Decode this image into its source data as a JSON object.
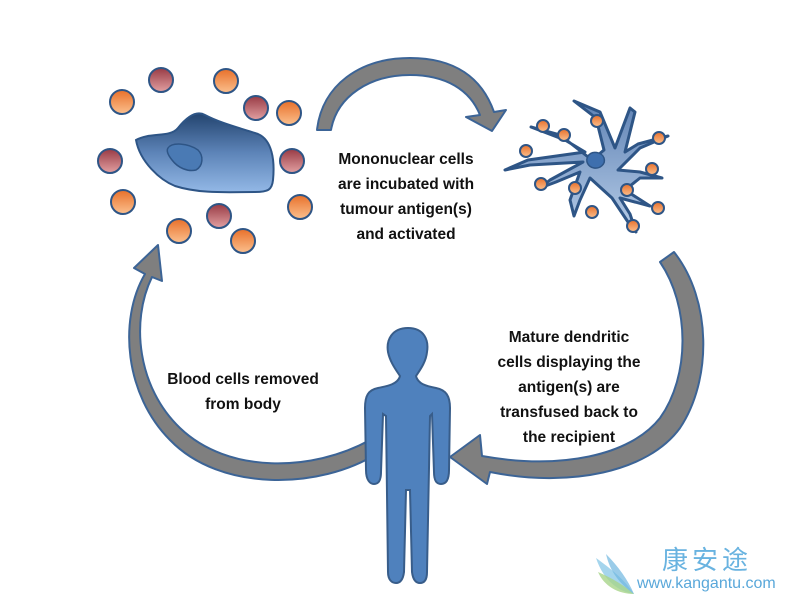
{
  "diagram": {
    "title": "Dendritic cell vaccine cycle",
    "steps": [
      {
        "id": "incubation",
        "lines": [
          "Mononuclear cells",
          "are incubated with",
          "tumour antigen(s)",
          "and activated"
        ]
      },
      {
        "id": "transfusion",
        "lines": [
          "Mature dendritic",
          "cells displaying the",
          "antigen(s) are",
          "transfused back to",
          "the recipient"
        ]
      },
      {
        "id": "removal",
        "lines": [
          "Blood cells removed",
          "from body"
        ]
      }
    ],
    "nodes": {
      "blood_cells": "mononuclear-cells-with-antigens",
      "dendritic_cell": "mature-dendritic-cell",
      "patient": "human-figure"
    },
    "colors": {
      "arrow_fill": "#7f7f7f",
      "arrow_stroke": "#3c6496",
      "cell_blue_dark": "#2b4f80",
      "cell_blue_light": "#8fb3e0",
      "human_fill": "#4f81bd",
      "antigen_orange": "#f08a3c",
      "antigen_red": "#a84a56"
    }
  },
  "watermark": {
    "chinese": "康安途",
    "url": "www.kangantu.com"
  }
}
